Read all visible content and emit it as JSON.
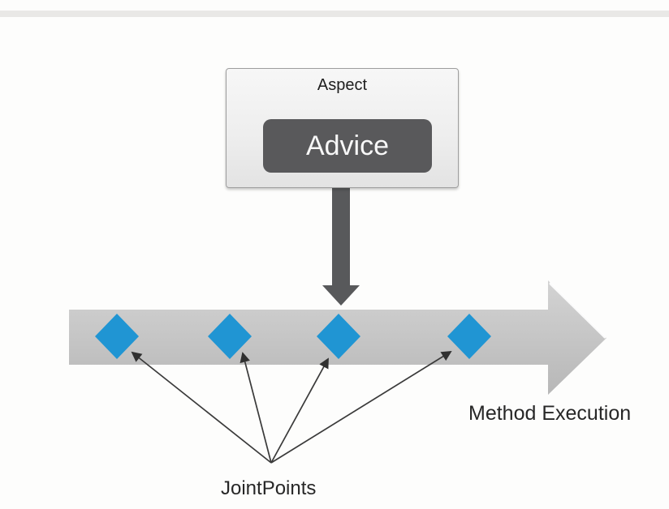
{
  "diagram": {
    "aspect_label": "Aspect",
    "advice_label": "Advice",
    "method_execution_label": "Method Execution",
    "jointpoints_label": "JointPoints",
    "joinpoint_count": 4,
    "colors": {
      "joinpoint_blue": "#2095d3",
      "execution_band_gray": "#c6c6c6",
      "advice_dark_gray": "#59595b",
      "down_arrow_gray": "#58595b",
      "thin_arrow_dark": "#333333",
      "label_text": "#272727",
      "aspect_box_border": "#9e9e9e"
    }
  }
}
